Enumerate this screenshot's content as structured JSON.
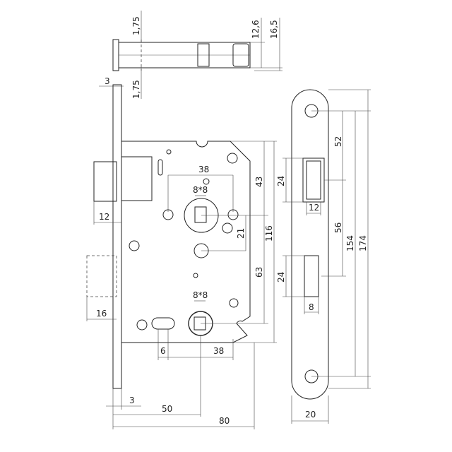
{
  "top_view": {
    "dim_top": "1,75",
    "dim_bottom": "1,75",
    "dim_plate": "3",
    "dim_height_inner": "12,6",
    "dim_height_outer": "16,5"
  },
  "lock_body": {
    "dim_follower_spacing": "38",
    "dim_follower_square": "8*8",
    "dim_to_follower": "43",
    "dim_follower_to_hole": "21",
    "dim_total_height": "116",
    "dim_to_key": "63",
    "dim_latch": "12",
    "dim_bolt": "16",
    "dim_key_square": "8*8",
    "dim_slot": "6",
    "dim_key_spacing": "38",
    "dim_plate_thickness": "3",
    "dim_backset": "50",
    "dim_depth": "80"
  },
  "strike_plate": {
    "dim_top": "52",
    "dim_latch_opening": "24",
    "dim_latch_width": "12",
    "dim_between": "56",
    "dim_inner": "154",
    "dim_total": "174",
    "dim_bolt_opening": "24",
    "dim_bolt_width": "8",
    "dim_width": "20"
  }
}
